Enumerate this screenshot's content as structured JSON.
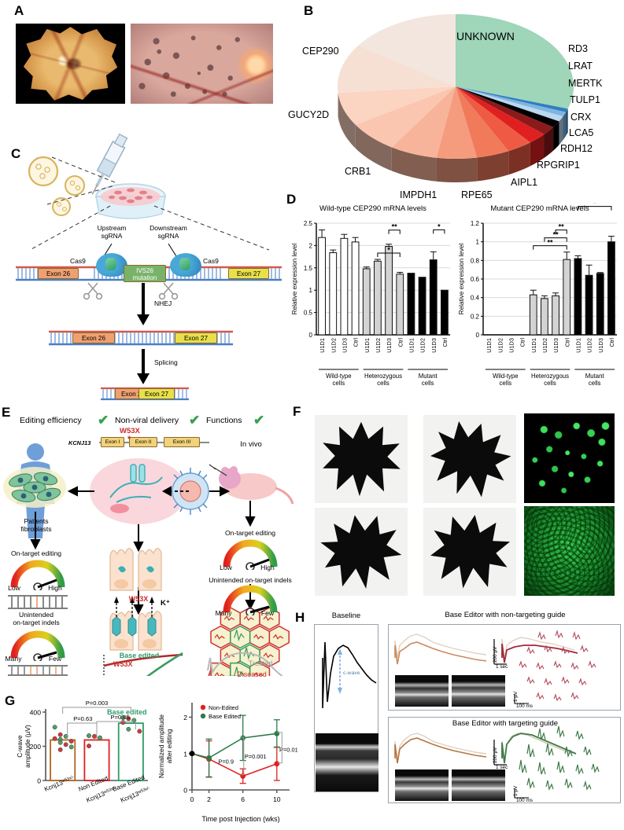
{
  "figure": {
    "panels": [
      "A",
      "B",
      "C",
      "D",
      "E",
      "F",
      "G",
      "H"
    ]
  },
  "panelA": {
    "letter": "A",
    "images": [
      {
        "name": "fundus-photo-left",
        "caption": ""
      },
      {
        "name": "fundus-photo-right",
        "caption": ""
      }
    ]
  },
  "panelB": {
    "letter": "B",
    "chart_data": {
      "type": "pie",
      "title": "",
      "center_label": "UNKNOWN",
      "labels": [
        "UNKNOWN",
        "RD3",
        "LRAT",
        "MERTK",
        "TULP1",
        "CRX",
        "LCA5",
        "RDH12",
        "RPGRIP1",
        "AIPL1",
        "RPE65",
        "IMPDH1",
        "CRB1",
        "GUCY2D",
        "CEP290"
      ],
      "values": [
        30,
        0.8,
        1.0,
        1.2,
        1.5,
        2.0,
        2.6,
        3.5,
        4.5,
        5.5,
        6.5,
        7.0,
        7.5,
        11.0,
        15.4
      ],
      "colors": [
        "#9fd5b9",
        "#2f7fc1",
        "#7fb4e0",
        "#b9d7f0",
        "#000000",
        "#8b1a1a",
        "#e02020",
        "#ef5a44",
        "#f07a5a",
        "#f59b7e",
        "#f8b49a",
        "#fac6b0",
        "#fbd4c2",
        "#f6e0d4",
        "#f2e6de"
      ],
      "legend_position": "radial-outside",
      "style": "3d-pie"
    }
  },
  "panelC": {
    "letter": "C",
    "labels": {
      "upstream_sgrna": "Upstream\nsgRNA",
      "downstream_sgrna": "Downstream\nsgRNA",
      "cas9_left": "Cas9",
      "cas9_right": "Cas9",
      "ivs26": "IVS26\nmutation",
      "exon26": "Exon 26",
      "exon27": "Exon 27",
      "nhej": "NHEJ",
      "splicing": "Splicing"
    }
  },
  "panelD": {
    "letter": "D",
    "chart_data": [
      {
        "type": "bar",
        "title": "Wild-type CEP290 mRNA levels",
        "ylabel": "Relative expression level",
        "xlabel": "",
        "ylim": [
          0,
          2.5
        ],
        "yticks": [
          0,
          0.5,
          1,
          1.5,
          2,
          2.5
        ],
        "categories": [
          "U1D1",
          "U1D2",
          "U1D3",
          "Ctrl",
          "U1D1",
          "U1D2",
          "U1D3",
          "Ctrl",
          "U1D1",
          "U1D2",
          "U1D3",
          "Ctrl"
        ],
        "groups": [
          {
            "label": "Wild-type\ncells",
            "span": 4,
            "fill": "white"
          },
          {
            "label": "Heterozygous\ncells",
            "span": 4,
            "fill": "grey"
          },
          {
            "label": "Mutant\ncells",
            "span": 4,
            "fill": "black"
          }
        ],
        "values": [
          2.18,
          1.84,
          2.16,
          2.08,
          1.48,
          1.65,
          1.98,
          1.36,
          1.38,
          1.29,
          1.68,
          1.0
        ],
        "errors": [
          0.17,
          0.06,
          0.09,
          0.1,
          0.04,
          0.04,
          0.05,
          0.04,
          0.0,
          0.0,
          0.18,
          0.0
        ],
        "significance": [
          {
            "from": 5,
            "to": 7,
            "symbol": "*"
          },
          {
            "from": 6,
            "to": 7,
            "symbol": "**"
          },
          {
            "from": 10,
            "to": 11,
            "symbol": "*"
          }
        ]
      },
      {
        "type": "bar",
        "title": "Mutant CEP290 mRNA levels",
        "ylabel": "Relative expression level",
        "xlabel": "",
        "ylim": [
          0,
          1.2
        ],
        "yticks": [
          0,
          0.2,
          0.4,
          0.6,
          0.8,
          1,
          1.2
        ],
        "categories": [
          "U1D1",
          "U1D2",
          "U1D3",
          "Ctrl",
          "U1D1",
          "U1D2",
          "U1D3",
          "Ctrl",
          "U1D1",
          "U1D2",
          "U1D3",
          "Ctrl"
        ],
        "groups": [
          {
            "label": "Wild-type\ncells",
            "span": 4,
            "fill": "white"
          },
          {
            "label": "Heterozygous\ncells",
            "span": 4,
            "fill": "grey"
          },
          {
            "label": "Mutant\ncells",
            "span": 4,
            "fill": "black"
          }
        ],
        "values": [
          0,
          0,
          0,
          0,
          0.43,
          0.39,
          0.42,
          0.81,
          0.82,
          0.64,
          0.66,
          1.0
        ],
        "errors": [
          0,
          0,
          0,
          0,
          0.05,
          0.03,
          0.03,
          0.08,
          0.03,
          0.11,
          0.01,
          0.06
        ],
        "significance": [
          {
            "from": 4,
            "to": 7,
            "symbol": "**"
          },
          {
            "from": 5,
            "to": 7,
            "symbol": "**"
          },
          {
            "from": 6,
            "to": 7,
            "symbol": "**"
          },
          {
            "from": 8,
            "to": 11,
            "symbol": "*"
          },
          {
            "from": 9,
            "to": 11,
            "symbol": "*"
          }
        ]
      }
    ]
  },
  "panelE": {
    "letter": "E",
    "headers": [
      {
        "label": "Editing efficiency",
        "check": "✔"
      },
      {
        "label": "Non-viral delivery",
        "check": "✔"
      },
      {
        "label": "Functions",
        "check": "✔"
      }
    ],
    "gene_map": {
      "gene": "KCNJ13",
      "mutation": "W53X",
      "exons": [
        "Exon I",
        "Exon II",
        "Exon III"
      ]
    },
    "left": {
      "cells_label": "Patients\nfibroblasts",
      "gauge1_title": "On-target editing",
      "gauge1_low": "Low",
      "gauge1_high": "High",
      "gauge2_title": "Unintended\non-target indels",
      "gauge2_low": "Many",
      "gauge2_high": "Few"
    },
    "middle": {
      "w53x": "W53X",
      "base_edited": "Base edited",
      "potassium": "K⁺",
      "trace_w53x": "W53X",
      "trace_edited": "Base edited"
    },
    "right": {
      "in_vivo": "In vivo",
      "gauge1_title": "On-target editing",
      "gauge1_low": "Low",
      "gauge1_high": "High",
      "gauge2_title": "Unintended on-target indels",
      "gauge2_low": "Many",
      "gauge2_high": "Few",
      "treated": "Treated",
      "diseased": "Diseased"
    }
  },
  "panelF": {
    "letter": "F",
    "images": [
      {
        "name": "retina-flatmount-top-left"
      },
      {
        "name": "retina-flatmount-top-middle"
      },
      {
        "name": "gfp-fluorescence-top-right"
      },
      {
        "name": "retina-flatmount-bottom-left"
      },
      {
        "name": "retina-flatmount-bottom-middle"
      },
      {
        "name": "gfp-fluorescence-bottom-right"
      }
    ]
  },
  "panelG": {
    "letter": "G",
    "chart_data": [
      {
        "type": "bar",
        "title": "",
        "ylabel": "C-wave\namplitude (µV)",
        "ylim": [
          0,
          400
        ],
        "yticks": [
          0,
          200,
          400
        ],
        "categories": [
          "Kcnj13^w53x/-",
          "Non Edited\nKcnj13^w53x/-",
          "Base Edited\nKcnj13^w53x/-"
        ],
        "values": [
          237,
          237,
          335
        ],
        "bar_colors": [
          "#b5651d",
          "#e02020",
          "#2f9c6a"
        ],
        "points": [
          [
            312,
            268,
            258,
            245,
            240,
            230,
            222,
            210,
            196,
            180
          ],
          [
            262,
            258,
            250,
            202
          ],
          [
            368,
            362,
            352,
            340,
            300,
            288
          ]
        ],
        "annotations": [
          {
            "text": "P=0.003",
            "from": 0,
            "to": 2
          },
          {
            "text": "P=0.63",
            "from": 0,
            "to": 1
          },
          {
            "text": "P=0.05",
            "from": 1,
            "to": 2
          }
        ]
      },
      {
        "type": "line",
        "title": "",
        "xlabel": "Time post Injection (wks)",
        "ylabel": "Normalized amplitude\nafter editing",
        "xticks": [
          0,
          2,
          6,
          10
        ],
        "ylim": [
          0,
          2.4
        ],
        "yticks": [
          0,
          1,
          2
        ],
        "series": [
          {
            "name": "Non-Edited",
            "color": "#e02020",
            "x": [
              0,
              2,
              6,
              10
            ],
            "values": [
              1.0,
              0.85,
              0.38,
              0.72
            ],
            "errors": [
              0,
              0.5,
              0.2,
              0.46
            ]
          },
          {
            "name": "Base Edited",
            "color": "#2f7a4a",
            "x": [
              0,
              2,
              6,
              10
            ],
            "values": [
              1.0,
              0.88,
              1.43,
              1.55
            ],
            "errors": [
              0,
              0.52,
              0.62,
              0.38
            ]
          }
        ],
        "annotations": [
          {
            "text": "P=0.9",
            "x": 4.2
          },
          {
            "text": "P=0.001",
            "x": 6.8
          },
          {
            "text": "P=0.01",
            "x": 10.4
          }
        ],
        "legend_position": "top-left"
      }
    ]
  },
  "panelH": {
    "letter": "H",
    "baseline": {
      "title": "Baseline",
      "annotation": "c-wave"
    },
    "nontargeting": {
      "title": "Base Editor with non-targeting guide",
      "scale_v": "200 µV",
      "scale_t": "1 sec",
      "mf_scale_v": "1 µV",
      "mf_scale_t": "100 ms",
      "trace_color": "#c75b4a"
    },
    "targeting": {
      "title": "Base Editor with targeting guide",
      "scale_v": "200 µV",
      "scale_t": "1 sec",
      "mf_scale_v": "1 µV",
      "mf_scale_t": "100 ms",
      "trace_color": "#3f7a4a"
    }
  }
}
